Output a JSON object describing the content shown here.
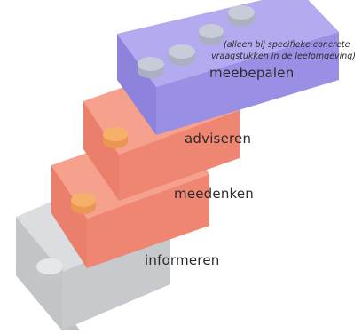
{
  "levels": [
    {
      "label": "informeren",
      "color": "#d8d9dc"
    },
    {
      "label": "meedenken",
      "color": "#f08a78"
    },
    {
      "label": "adviseren",
      "color": "#f08a78"
    },
    {
      "label": "meebepalen",
      "color": "#9b8fe6"
    }
  ],
  "note": {
    "line1": "(alleen bij specifieke concrete",
    "line2": "vraagstukken in de  leefomgeving)"
  },
  "colors": {
    "stud_salmon": "#f5a35f",
    "stud_purple": "#c4c8d4",
    "stud_gray": "#dcdde0"
  }
}
